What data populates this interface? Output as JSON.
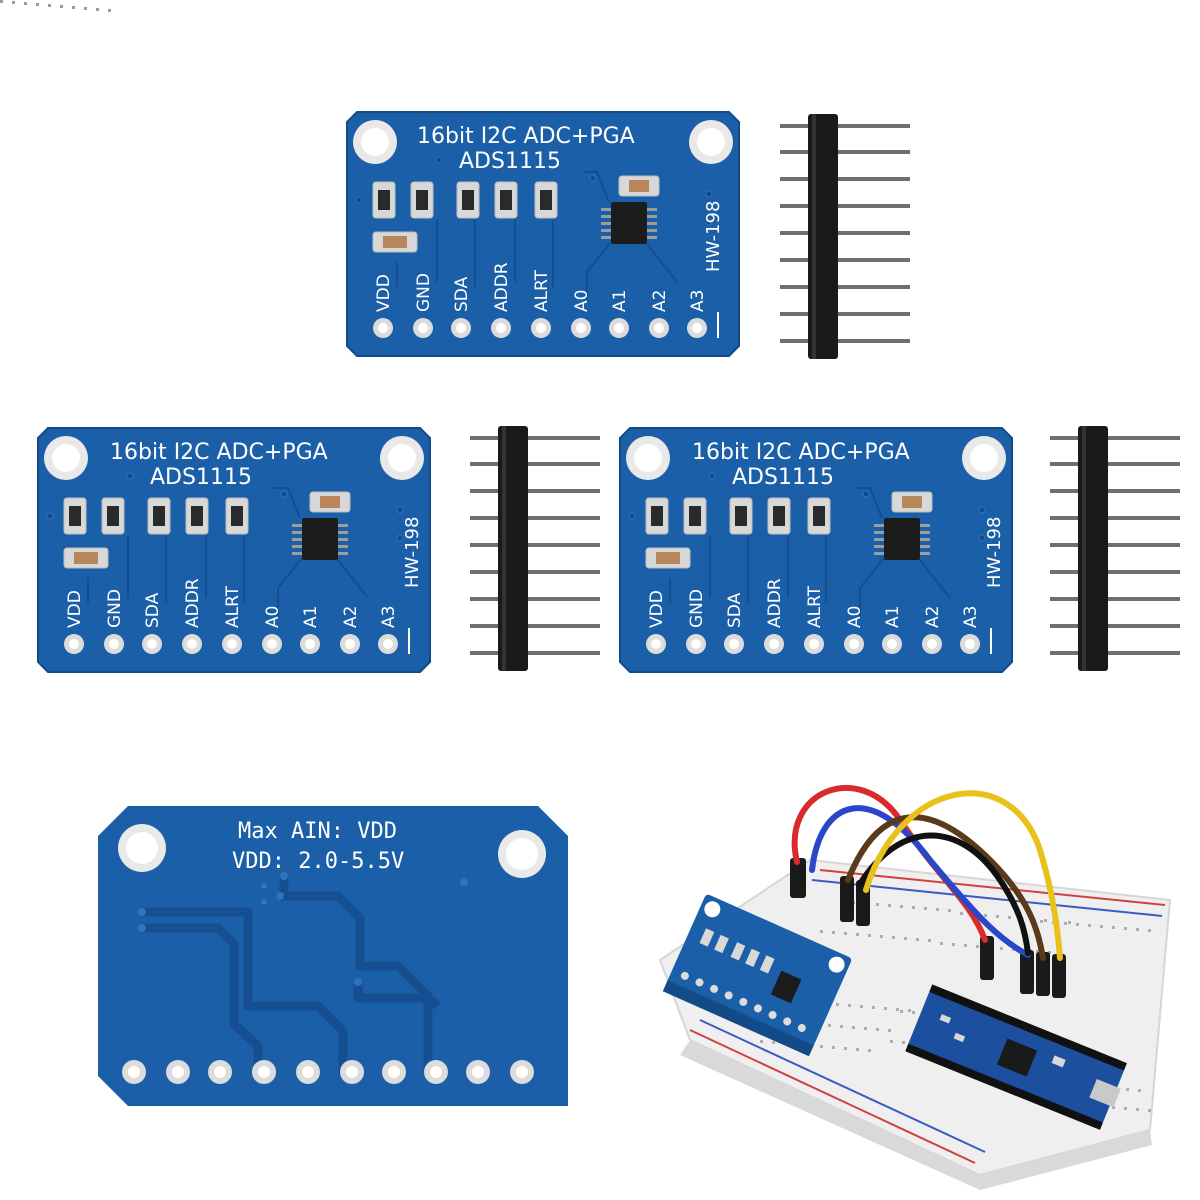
{
  "colors": {
    "pcb": "#1b5fa8",
    "pcb_dark": "#134a88",
    "silkscreen": "#ffffff",
    "header_black": "#1a1a1a",
    "pin_metal": "#6b6b6b"
  },
  "front_board": {
    "title_line1": "16bit I2C ADC+PGA",
    "title_line2": "ADS1115",
    "model": "HW-198",
    "pins": [
      "VDD",
      "GND",
      "SDA",
      "ADDR",
      "ALRT",
      "A0",
      "A1",
      "A2",
      "A3"
    ]
  },
  "back_board": {
    "line1": "Max AIN: VDD",
    "line2": "VDD: 2.0-5.5V"
  },
  "breadboard_photo": {
    "wire_colors": [
      "#d92b2b",
      "#2a46c9",
      "#5a3a1a",
      "#111111",
      "#e8c21a"
    ]
  }
}
